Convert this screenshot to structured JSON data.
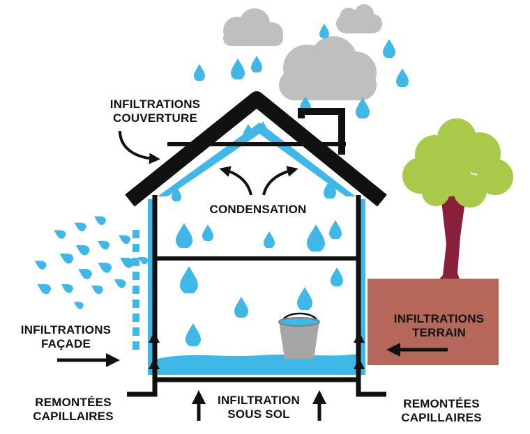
{
  "colors": {
    "water": "#3fb8e8",
    "outline": "#111111",
    "cloud": "#bfbfbf",
    "soil": "#b5685a",
    "tree_canopy": "#a9c94a",
    "tree_trunk": "#8a1f3a",
    "bucket": "#a6a6a6",
    "background": "#ffffff"
  },
  "labels": {
    "roof": [
      "INFILTRATIONS",
      "COUVERTURE"
    ],
    "condensation": [
      "CONDENSATION"
    ],
    "facade": [
      "INFILTRATIONS",
      "FAÇADE"
    ],
    "terrain": [
      "INFILTRATIONS",
      "TERRAIN"
    ],
    "capillary_left": [
      "REMONTÉES",
      "CAPILLAIRES"
    ],
    "capillary_right": [
      "REMONTÉES",
      "CAPILLAIRES"
    ],
    "basement": [
      "INFILTRATION",
      "SOUS SOL"
    ]
  },
  "icons": [
    "cloud-icon",
    "raindrop-icon",
    "tree-icon",
    "bucket-icon",
    "arrow-icon",
    "house-icon"
  ]
}
